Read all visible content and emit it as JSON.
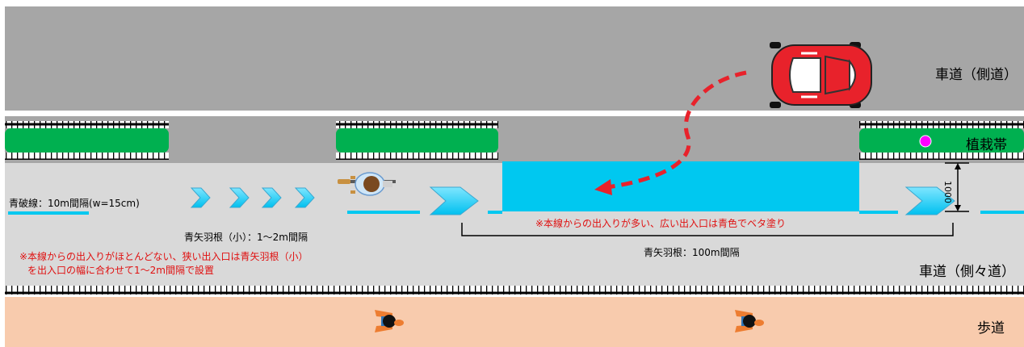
{
  "labels": {
    "side_road": "車道（側道）",
    "planting_strip": "植栽帯",
    "side_side_road": "車道（側々道）",
    "sidewalk": "歩道",
    "blue_dashed_line": "青破線：10m間隔(w=15cm)",
    "small_arrows_interval": "青矢羽根（小）：1～2m間隔",
    "note_small_exits_line1": "※本線からの出入りがほとんどない、狭い出入口は青矢羽根（小）",
    "note_small_exits_line2": "を出入口の幅に合わせて1～2m間隔で設置",
    "note_large_exits": "※本線からの出入りが多い、広い出入口は青色でベタ塗り",
    "arrow_interval": "青矢羽根：100m間隔",
    "dimension_1000": "1000"
  },
  "icons": [
    "car-icon",
    "bicycle-icon",
    "pedestrian-icon",
    "chevron-arrow-icon",
    "turn-arrow-icon"
  ],
  "colors": {
    "road_gray": "#a6a6a6",
    "lane_light": "#d9d9d9",
    "planting_green": "#00b050",
    "blue_paint": "#00c8f0",
    "sidewalk": "#f8cbad",
    "red_text": "#e01010",
    "car_red": "#e8222b"
  }
}
